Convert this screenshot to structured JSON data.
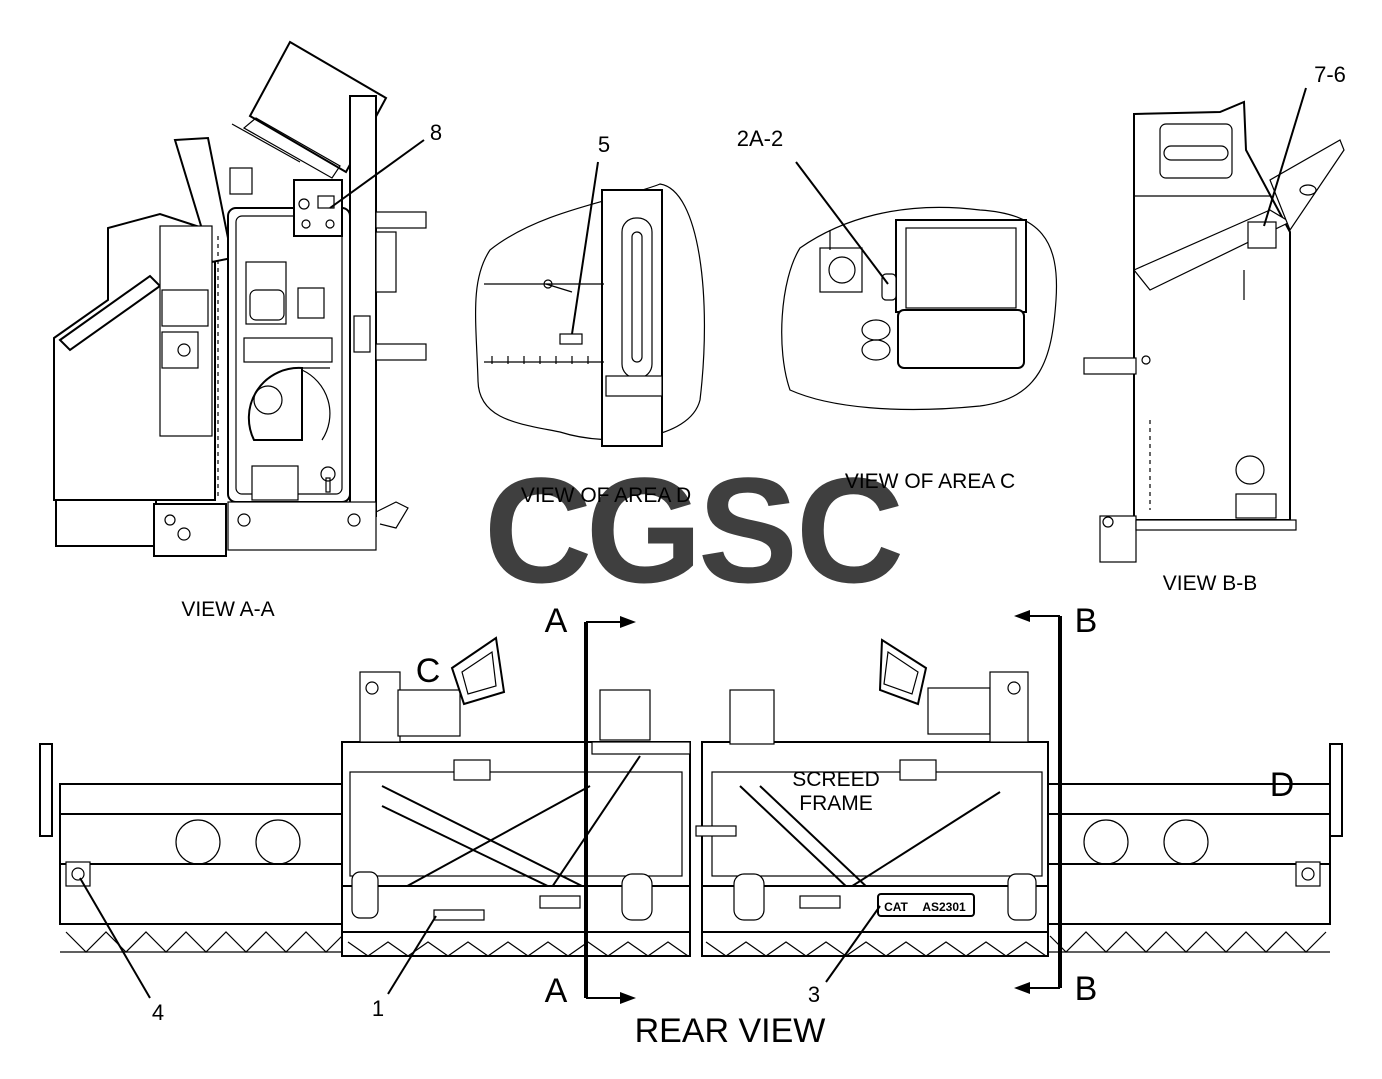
{
  "captions": {
    "view_aa": "VIEW A-A",
    "view_area_d": "VIEW OF AREA D",
    "view_area_c": "VIEW OF AREA C",
    "view_bb": "VIEW B-B",
    "rear_view": "REAR VIEW",
    "screed_frame_line1": "SCREED",
    "screed_frame_line2": "FRAME"
  },
  "callouts": {
    "c8": "8",
    "c5": "5",
    "c2a2": "2A-2",
    "c76": "7-6",
    "c4": "4",
    "c1": "1",
    "c3": "3"
  },
  "section_markers": {
    "a_top": "A",
    "a_bottom": "A",
    "b_top": "B",
    "b_bottom": "B",
    "c": "C",
    "d": "D"
  },
  "nameplate": {
    "brand": "CAT",
    "model": "AS2301"
  },
  "watermark": {
    "letters": [
      "C",
      "G",
      "S",
      "C"
    ],
    "colors": [
      "#4f8ff7",
      "#f06b5f",
      "#f9cd45",
      "#3fae74"
    ]
  }
}
